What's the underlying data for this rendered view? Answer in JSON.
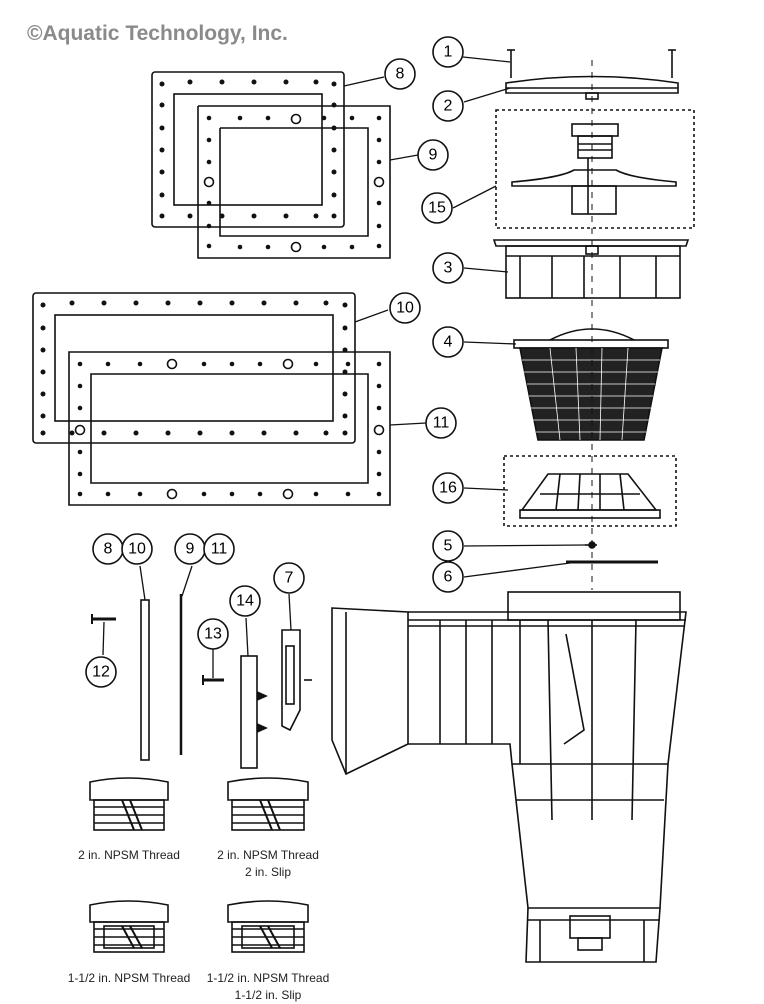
{
  "copyright": "©Aquatic Technology, Inc.",
  "callouts": {
    "c1": "1",
    "c2": "2",
    "c15": "15",
    "c3": "3",
    "c4": "4",
    "c16": "16",
    "c5": "5",
    "c6": "6",
    "c8": "8",
    "c9": "9",
    "c10": "10",
    "c11": "11",
    "c8b": "8",
    "c10b": "10",
    "c9b": "9",
    "c11b": "11",
    "c12": "12",
    "c13": "13",
    "c14": "14",
    "c7": "7"
  },
  "captions": {
    "t1": "2 in. NPSM Thread",
    "t2a": "2 in. NPSM Thread",
    "t2b": "2 in. Slip",
    "t3": "1-1/2 in. NPSM Thread",
    "t4a": "1-1/2 in. NPSM Thread",
    "t4b": "1-1/2 in. Slip"
  }
}
